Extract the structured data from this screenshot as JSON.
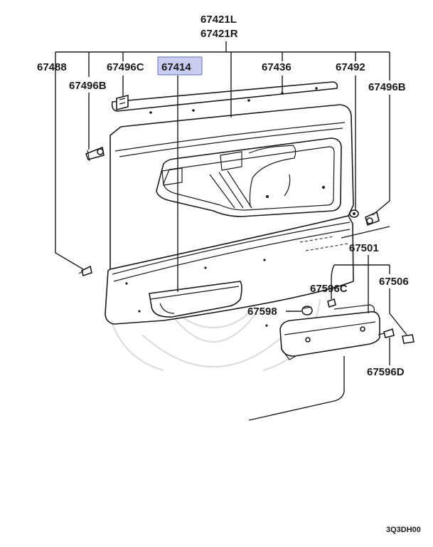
{
  "colors": {
    "highlight": "#c9cdf0",
    "highlight_border": "#7d84c7",
    "ink": "#1a1a1a",
    "watermark": "#d6d6d6"
  },
  "labels": {
    "p67421L": "67421L",
    "p67421R": "67421R",
    "p67488": "67488",
    "p67496C": "67496C",
    "p67414": "67414",
    "p67436": "67436",
    "p67492": "67492",
    "p67496B_left": "67496B",
    "p67496B_right": "67496B",
    "p67501": "67501",
    "p67506": "67506",
    "p67596C": "67596C",
    "p67598": "67598",
    "p67596D": "67596D"
  },
  "figure_code": "3Q3DH00",
  "highlighted_part": "67414",
  "icons": {
    "watermark": "samurai-crest-watermark"
  }
}
